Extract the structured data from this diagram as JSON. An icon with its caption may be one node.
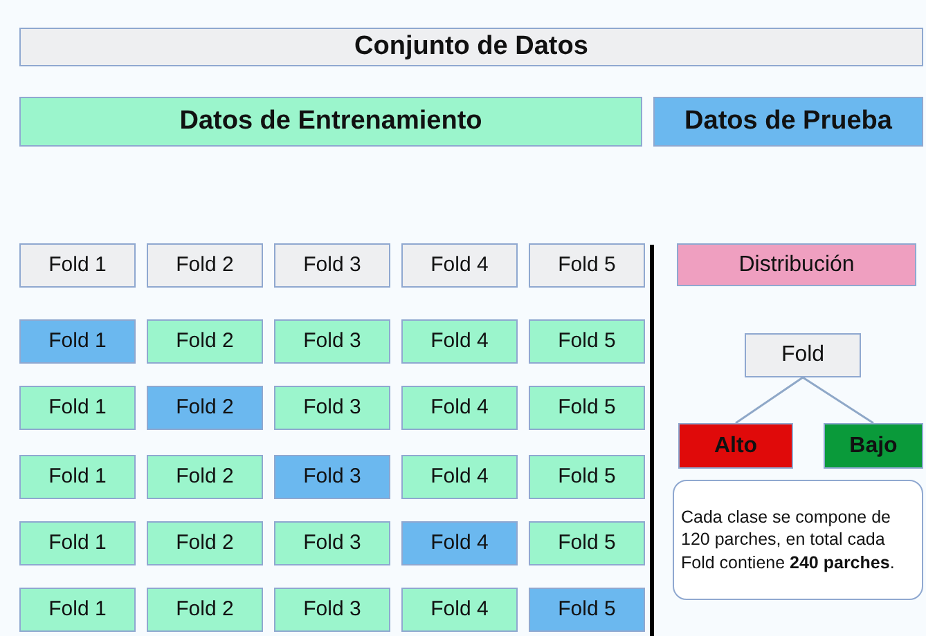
{
  "diagram": {
    "nodes": [
      {
        "text": [
          "Conjunto de Datos"
        ]
      },
      {
        "text": [
          "Datos de Entrenamiento"
        ]
      },
      {
        "text": [
          "Datos de Prueba"
        ]
      },
      {
        "text": [
          "Fold 1"
        ]
      },
      {
        "text": [
          "Fold 2"
        ]
      },
      {
        "text": [
          "Fold 3"
        ]
      },
      {
        "text": [
          "Fold 4"
        ]
      },
      {
        "text": [
          "Fold 5"
        ]
      },
      {
        "text": [
          "Fold 1"
        ]
      },
      {
        "text": [
          "Fold 2"
        ]
      },
      {
        "text": [
          "Fold 3"
        ]
      },
      {
        "text": [
          "Fold 4"
        ]
      },
      {
        "text": [
          "Fold 5"
        ]
      },
      {
        "text": [
          "Fold 1"
        ]
      },
      {
        "text": [
          "Fold 2"
        ]
      },
      {
        "text": [
          "Fold 3"
        ]
      },
      {
        "text": [
          "Fold 4"
        ]
      },
      {
        "text": [
          "Fold 5"
        ]
      },
      {
        "text": [
          "Fold 1"
        ]
      },
      {
        "text": [
          "Fold 2"
        ]
      },
      {
        "text": [
          "Fold 3"
        ]
      },
      {
        "text": [
          "Fold 4"
        ]
      },
      {
        "text": [
          "Fold 5"
        ]
      },
      {
        "text": [
          "Fold 1"
        ]
      },
      {
        "text": [
          "Fold 2"
        ]
      },
      {
        "text": [
          "Fold 3"
        ]
      },
      {
        "text": [
          "Fold 4"
        ]
      },
      {
        "text": [
          "Fold 5"
        ]
      },
      {
        "text": [
          "Fold 1"
        ]
      },
      {
        "text": [
          "Fold 2"
        ]
      },
      {
        "text": [
          "Fold 3"
        ]
      },
      {
        "text": [
          "Fold 4"
        ]
      },
      {
        "text": [
          "Fold 5"
        ]
      },
      {
        "text": [
          "Distribución"
        ]
      },
      {
        "text": [
          "Fold"
        ]
      },
      {
        "text": [
          "Alto"
        ]
      },
      {
        "text": [
          "Bajo"
        ]
      },
      {
        "text": [
          "Cada clase se compone de 120 parches, en total cada Fold contiene **240 parches**."
        ]
      }
    ],
    "edges": [
      {
        "from": 34,
        "to": 35,
        "arrow": "none"
      },
      {
        "from": 34,
        "to": 36,
        "arrow": "none"
      }
    ]
  }
}
